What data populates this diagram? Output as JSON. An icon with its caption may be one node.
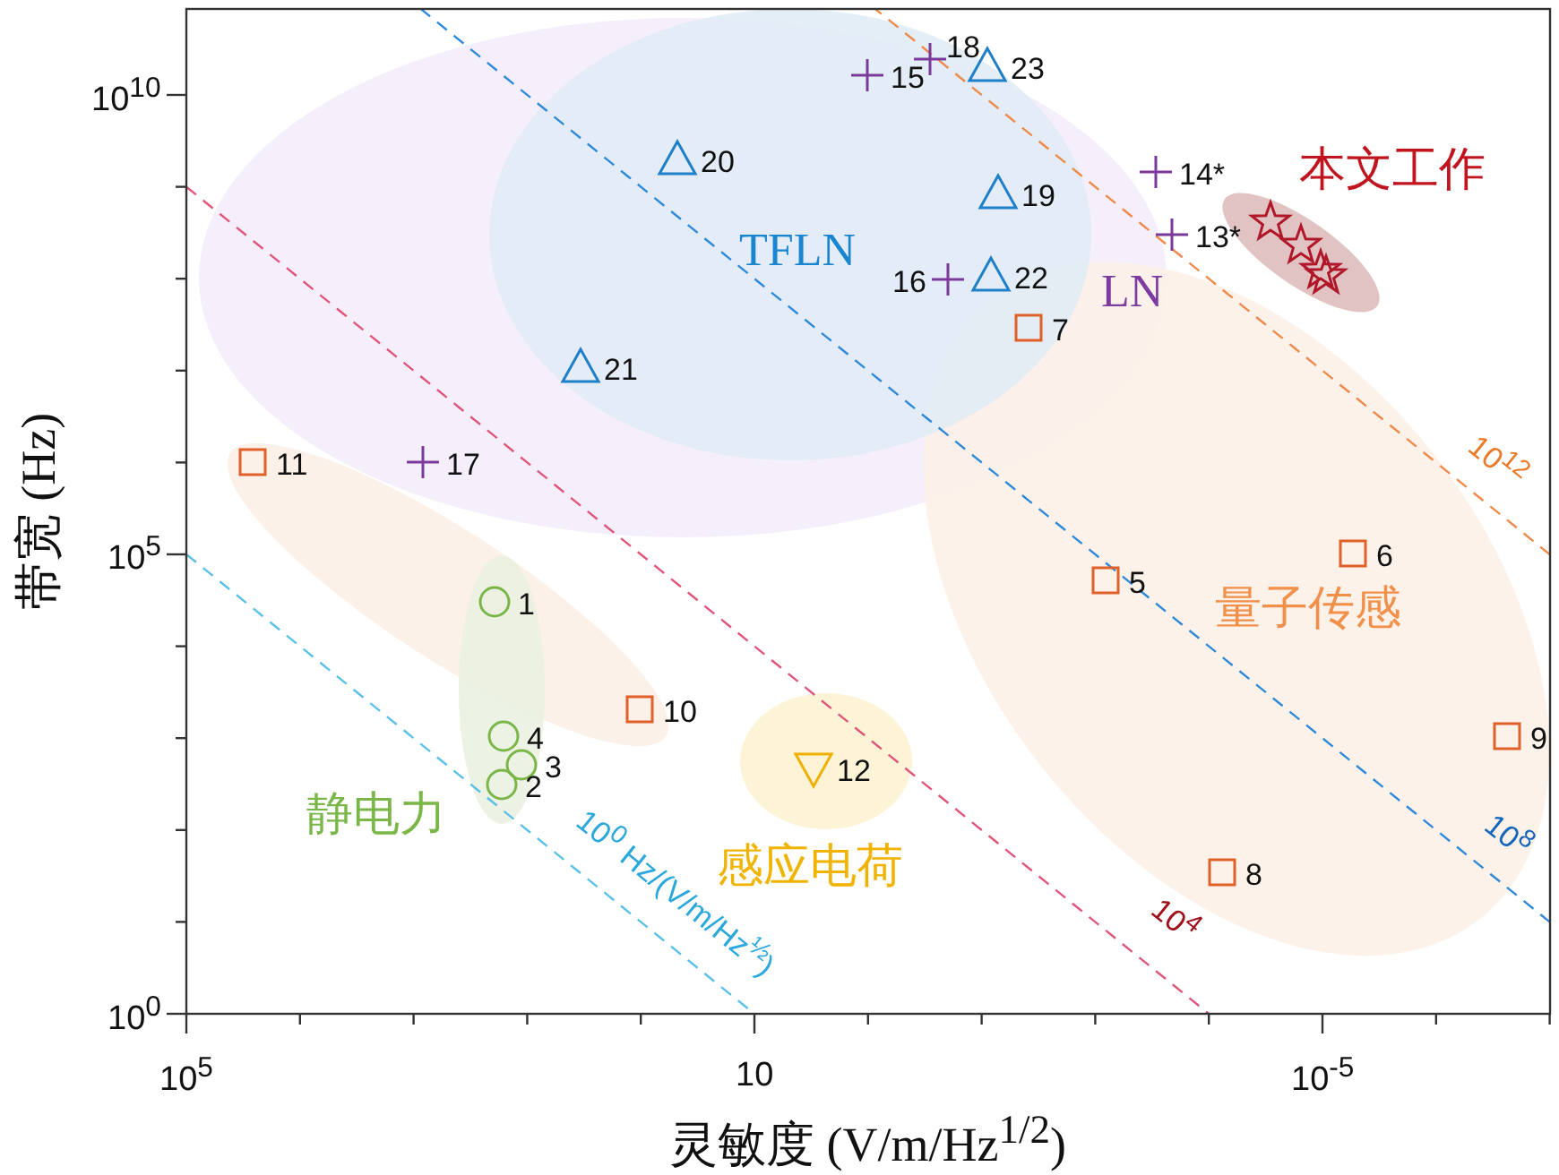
{
  "diagram": {
    "labels": [
      "18",
      "15",
      "23",
      "20",
      "本文工作",
      "14*",
      "19",
      "13*",
      "TFLN",
      "16",
      "22",
      "LN",
      "7",
      "21",
      "11",
      "17",
      "10$^{12}$",
      "10$^{10}$",
      "6",
      "10$^{5}$",
      "5",
      "1",
      "量子传感",
      "10",
      "4",
      "9",
      "3",
      "12",
      "2",
      "静电力",
      "10$^{8}$",
      "感应电荷",
      "8",
      "10$^{0}$ Hz/(V/m/Hz$^{½}$)",
      "10$^{4}$",
      "10$^{0}$",
      "10$^{5}$",
      "10",
      "10$^{-5}$",
      "带宽 (Hz)",
      "灵敏度 (V/m/Hz$^{1/2}$)"
    ]
  }
}
